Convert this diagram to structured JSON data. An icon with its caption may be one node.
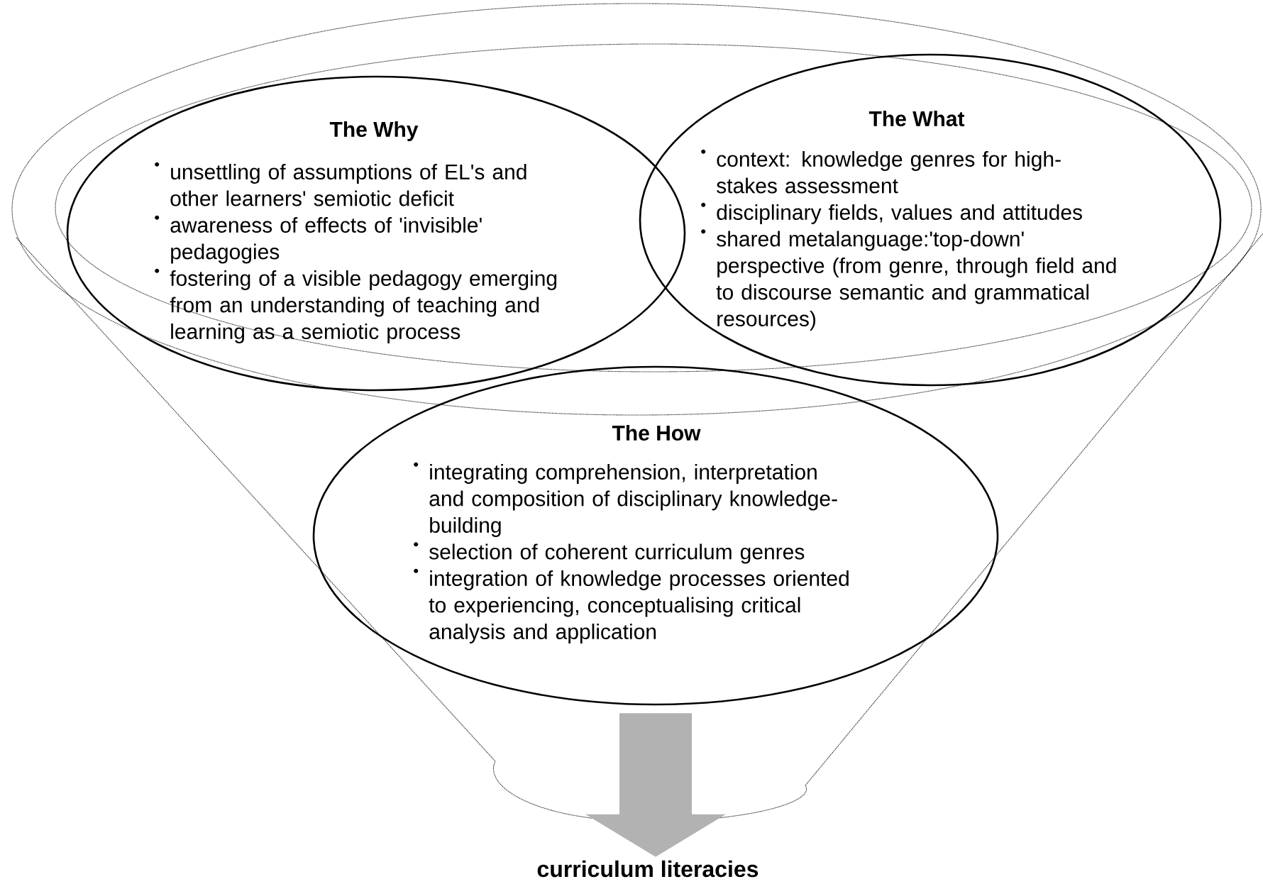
{
  "diagram": {
    "nodes": [
      {
        "text": [
          "The Why",
          "unsettling of assumptions of EL's and other learners' semiotic deficit",
          "awareness of effects of 'invisible' pedagogies",
          "fostering of a visible pedagogy emerging from an understanding of teaching and learning as a semiotic process"
        ]
      },
      {
        "text": [
          "The What",
          "context: knowledge genres for high-stakes assessment",
          "disciplinary fields, values and attitudes",
          "shared metalanguage:'top-down' perspective (from genre, through field and to discourse semantic and grammatical resources)"
        ]
      },
      {
        "text": [
          "The How",
          "integrating comprehension, interpretation and composition of disciplinary knowledge-building",
          "selection of coherent curriculum genres",
          "integration of knowledge processes oriented to experiencing, conceptualising critical analysis and application"
        ]
      },
      {
        "text": [
          "curriculum literacies"
        ]
      }
    ],
    "edges": [
      {
        "from": 2,
        "to": 3,
        "arrow": "to"
      }
    ]
  }
}
